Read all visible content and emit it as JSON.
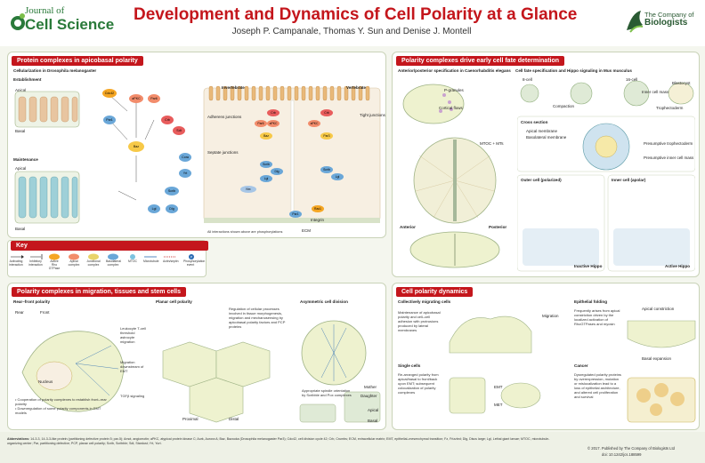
{
  "header": {
    "journal_line1": "Journal of",
    "journal_line2": "Cell Science",
    "title": "Development and Dynamics of Cell Polarity at a Glance",
    "authors": "Joseph P. Campanale, Thomas Y. Sun and Denise J. Montell",
    "publisher_line1": "The Company of",
    "publisher_line2": "Biologists"
  },
  "panels": {
    "apicobasal": {
      "title": "Protein complexes in apicobasal polarity",
      "subtitle": "Cellularization in Drosophila melanogaster",
      "establishment": "Establishment",
      "maintenance": "Maintenance",
      "apical": "Apical",
      "basal": "Basal",
      "invertebrate": "Invertebrate",
      "vertebrate": "Vertebrate",
      "adherens": "Adherens junctions",
      "septate": "Septate junctions",
      "tight": "Tight junctions",
      "ecm": "ECM",
      "integrin": "Integrin",
      "footnote": "All interactions shown above are phosphorylations",
      "nodes": [
        "Cdc42",
        "Par6",
        "aPKC",
        "Baz",
        "Crb",
        "Sdt",
        "Patj",
        "Lgl",
        "Dlg",
        "Scrib",
        "Yrt",
        "Cora",
        "Nrx",
        "Rac1",
        "Par1"
      ]
    },
    "key": {
      "title": "Key",
      "items": [
        "Activating interaction",
        "Inhibitory interaction",
        "Active Rho GTPase",
        "Apical complex",
        "Junctional complex",
        "Basolateral complex",
        "MTOC",
        "Microtubule",
        "Actin/septin",
        "Phosphorylation event"
      ]
    },
    "cell_fate": {
      "title": "Polarity complexes drive early cell fate determination",
      "left_sub": "Anterior/posterior specification in Caenorhabditis elegans",
      "right_sub": "Cell fate specification and Hippo signaling in Mus musculus",
      "p_granules": "P-granules",
      "cortical_flow": "Cortical flows",
      "mtoc": "MTOC + MTs",
      "anterior": "Anterior",
      "posterior": "Posterior",
      "cross_section": "Cross section",
      "apical_membrane": "Apical membrane",
      "basolateral_membrane": "Basolateral membrane",
      "presumptive_tropho": "Presumptive trophectoderm",
      "presumptive_icm": "Presumptive inner cell mass",
      "outer_cell": "Outer cell (polarized)",
      "inner_cell": "Inner cell (apolar)",
      "inactive_hippo": "Inactive Hippo",
      "active_hippo": "Active Hippo",
      "compaction": "Compaction",
      "blastocyst": "Blastocyst",
      "inner_cell_mass": "Inner cell mass",
      "trophectoderm": "Trophectoderm",
      "eight_cell": "8-cell",
      "sixteen_cell": "16-cell"
    },
    "migration": {
      "title": "Polarity complexes in migration, tissues and stem cells",
      "front_rear": "Rear–front polarity",
      "rear": "Rear",
      "front": "Front",
      "planar": "Planar cell polarity",
      "asymmetric": "Asymmetric cell division",
      "nucleus": "Nucleus",
      "planar_note": "Regulation of cellular processes involved in tissue morphogenesis, migration and mechanosensing by apicobasal polarity factors and PCP proteins",
      "leukocyte": "Leukocyte T-cell threshold astrocyte migration",
      "emt": "Migration downstream of EMT",
      "cooperation": "• Cooperation of polarity complexes to establish front–rear polarity\n• Downregulation of some polarity components in EMT models",
      "tgf": "TGFβ signaling",
      "proximal": "Proximal",
      "distal": "Distal",
      "mother": "Mother",
      "daughter": "Daughter",
      "spindle": "Appropriate spindle orientation by Scribble and Pox complexes",
      "apical": "Apical",
      "basal": "Basal"
    },
    "dynamics": {
      "title": "Cell polarity dynamics",
      "collective": "Collectively migrating cells",
      "collective_note": "Maintenance of apicobasal polarity and cell–cell adhesion with protrusions produced by lateral membranes",
      "migration": "Migration",
      "epithelial_folding": "Epithelial folding",
      "folding_note": "Frequently arises from apical constriction driven by the localized activation of RhoGTPases and myosin",
      "apical_constriction": "Apical constriction",
      "basal_expansion": "Basal expansion",
      "single_cells": "Single cells",
      "single_note": "Re-arranged polarity from apical/basal to front/back upon EMT; subsequent colocalization of polarity complexes",
      "emt": "EMT",
      "met": "MET",
      "cancer": "Cancer",
      "cancer_note": "Dysregulated polarity proteins by overexpression, mutation or mislocalization lead to a loss of epithelial architecture, and altered cell proliferation and survival"
    }
  },
  "footer": {
    "abbreviations_label": "Abbreviations:",
    "abbreviations": "14-3-3, 14-3-3-like protein (partitioning defective protein 5; par-5); Amot, angiomotin; aPKC, atypical protein kinase C; Aurk, Aurora A; Baz, Bazooka (Drosophila melanogaster Par3); Cdc42, cell division cycle 42; Crb, Crumbs; ECM, extracellular matrix; EMT, epithelial–mesenchymal transition; Fz, Frizzled; Dlg, Discs large; Lgl, Lethal giant larvae; MTOC, microtubule-organizing center; Par, partitioning defective; PCP, planar cell polarity; Scrib, Scribble; Sdt, Stardust; Yrt, Yurt.",
    "copyright": "© 2017. Published by The Company of Biologists Ltd",
    "doi": "doi: 10.1242/jcs.188599"
  },
  "colors": {
    "title_red": "#c4161c",
    "panel_header": "#c4161c",
    "journal_green": "#2a7a3a",
    "background": "#f4f6ee"
  }
}
